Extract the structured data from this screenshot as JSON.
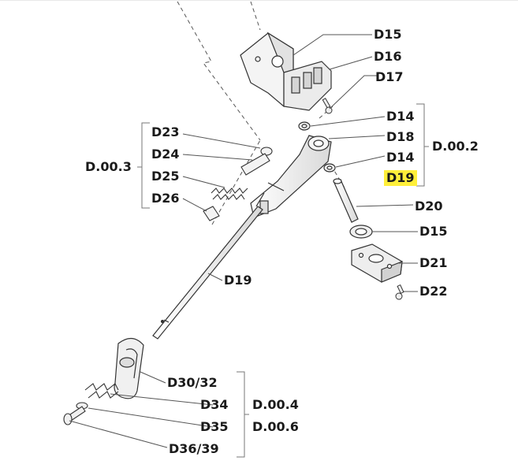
{
  "labels": {
    "D15_top": "D15",
    "D16": "D16",
    "D17": "D17",
    "D14_a": "D14",
    "D18": "D18",
    "D14_b": "D14",
    "D19_hl": "D19",
    "D20": "D20",
    "D15_bottom": "D15",
    "D21": "D21",
    "D22": "D22",
    "D23": "D23",
    "D24": "D24",
    "D25": "D25",
    "D26": "D26",
    "D19_rod": "D19",
    "D30_32": "D30/32",
    "D34": "D34",
    "D35": "D35",
    "D36_39": "D36/39"
  },
  "groups": {
    "g_d003": "D.00.3",
    "g_d002": "D.00.2",
    "g_d004": "D.00.4",
    "g_d006": "D.00.6"
  },
  "colors": {
    "highlight": "#ffef3a",
    "line": "#333333",
    "part_fill": "#f2f2f2",
    "part_shade": "#cfcfcf"
  }
}
